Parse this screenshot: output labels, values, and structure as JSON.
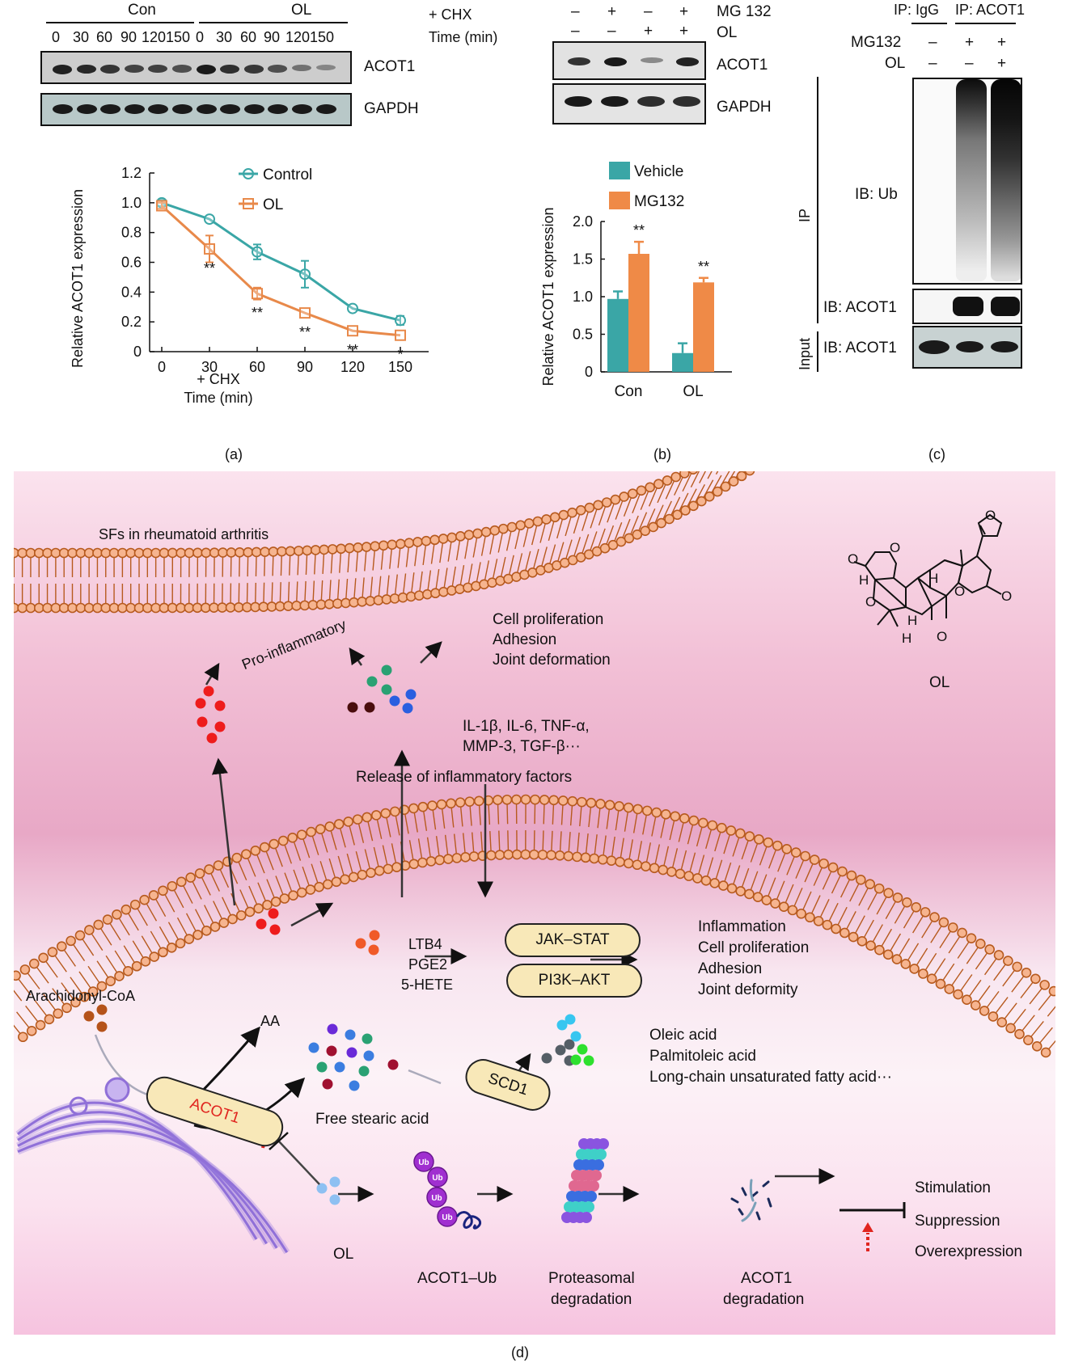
{
  "panel_labels": {
    "a": "(a)",
    "b": "(b)",
    "c": "(c)",
    "d": "(d)"
  },
  "panel_a_blot": {
    "groups": [
      "Con",
      "OL"
    ],
    "treatment": "+ CHX",
    "time_label": "Time (min)",
    "lanes": [
      "0",
      "30",
      "60",
      "90",
      "120",
      "150",
      "0",
      "30",
      "60",
      "90",
      "120",
      "150"
    ],
    "rows": [
      "ACOT1",
      "GAPDH"
    ],
    "acot1_band_intensity": [
      0.95,
      0.9,
      0.8,
      0.7,
      0.72,
      0.62,
      1.0,
      0.85,
      0.78,
      0.6,
      0.35,
      0.2
    ],
    "gapdh_band_intensity": [
      1,
      1,
      1,
      1,
      1,
      1,
      1,
      1,
      1,
      1,
      1,
      1
    ]
  },
  "panel_b_blot": {
    "rows_labels": [
      "MG 132",
      "OL"
    ],
    "mg132": [
      "–",
      "+",
      "–",
      "+"
    ],
    "ol": [
      "–",
      "–",
      "+",
      "+"
    ],
    "rows": [
      "ACOT1",
      "GAPDH"
    ],
    "acot1_band_intensity": [
      0.85,
      1.0,
      0.3,
      0.95
    ],
    "gapdh_band_intensity": [
      1,
      1,
      0.9,
      0.9
    ]
  },
  "panel_c_blot": {
    "ip_headers": [
      "IP: IgG",
      "IP: ACOT1"
    ],
    "rows_labels": [
      "MG132",
      "OL"
    ],
    "mg132": [
      "–",
      "+",
      "+"
    ],
    "ol": [
      "–",
      "–",
      "+"
    ],
    "side_labels": {
      "ip": "IP",
      "input": "Input"
    },
    "blot_labels": [
      "IB: Ub",
      "IB: ACOT1",
      "IB: ACOT1"
    ]
  },
  "chart_data": [
    {
      "type": "line",
      "panel": "a",
      "title": "",
      "xlabel": "Time (min)",
      "xlabel_prefix": "+ CHX",
      "ylabel": "Relative ACOT1 expression",
      "x": [
        0,
        30,
        60,
        90,
        120,
        150
      ],
      "xticks": [
        "0",
        "30",
        "60",
        "90",
        "120",
        "150"
      ],
      "yticks": [
        "0",
        "0.2",
        "0.4",
        "0.6",
        "0.8",
        "1.0",
        "1.2"
      ],
      "ylim": [
        0,
        1.2
      ],
      "xlim": [
        -15,
        165
      ],
      "legend_position": "top",
      "series": [
        {
          "name": "Control",
          "color": "#3aa6a6",
          "marker": "circle",
          "values": [
            1.0,
            0.89,
            0.67,
            0.52,
            0.29,
            0.21
          ],
          "errors": [
            0.02,
            0.01,
            0.05,
            0.09,
            0.01,
            0.03
          ]
        },
        {
          "name": "OL",
          "color": "#e8894a",
          "marker": "square",
          "values": [
            0.98,
            0.69,
            0.39,
            0.26,
            0.14,
            0.11
          ],
          "errors": [
            0.02,
            0.09,
            0.04,
            0.01,
            0.01,
            0.01
          ]
        }
      ],
      "annotations": [
        {
          "x": 30,
          "text": "**"
        },
        {
          "x": 60,
          "text": "**"
        },
        {
          "x": 90,
          "text": "**"
        },
        {
          "x": 120,
          "text": "**"
        },
        {
          "x": 150,
          "text": "*"
        }
      ]
    },
    {
      "type": "bar",
      "panel": "b",
      "title": "",
      "xlabel": "",
      "ylabel": "Relative ACOT1 expression",
      "categories": [
        "Con",
        "OL"
      ],
      "yticks": [
        "0",
        "0.5",
        "1.0",
        "1.5",
        "2.0"
      ],
      "ylim": [
        0,
        2.0
      ],
      "legend_position": "top",
      "series": [
        {
          "name": "Vehicle",
          "color": "#3aa6a6",
          "values": [
            0.97,
            0.25
          ],
          "errors": [
            0.1,
            0.13
          ]
        },
        {
          "name": "MG132",
          "color": "#ef8a47",
          "values": [
            1.57,
            1.19
          ],
          "errors": [
            0.16,
            0.06
          ]
        }
      ],
      "annotations": [
        {
          "category": "Con",
          "series": "MG132",
          "text": "**"
        },
        {
          "category": "OL",
          "series": "MG132",
          "text": "**"
        }
      ]
    }
  ],
  "diagram": {
    "title": "SFs in rheumatoid arthritis",
    "pro_inflammatory": "Pro-inflammatory",
    "outcomes_top": [
      "Cell proliferation",
      "Adhesion",
      "Joint deformation"
    ],
    "cytokines": [
      "IL-1β, IL-6, TNF-α,",
      "MMP-3, TGF-β···"
    ],
    "release": "Release of inflammatory factors",
    "mediators": [
      "LTB4",
      "PGE2",
      "5-HETE"
    ],
    "pathways": [
      "JAK–STAT",
      "PI3K–AKT"
    ],
    "outcomes_right": [
      "Inflammation",
      "Cell proliferation",
      "Adhesion",
      "Joint deformity"
    ],
    "arachidonyl": "Arachidonyl-CoA",
    "aa": "AA",
    "acot1": "ACOT1",
    "stearic": "Free stearic acid",
    "scd1": "SCD1",
    "unsaturated": [
      "Oleic acid",
      "Palmitoleic acid",
      "Long-chain unsaturated fatty acid···"
    ],
    "ol": "OL",
    "ub": "Ub",
    "acot1_ub": "ACOT1–Ub",
    "proteasomal": [
      "Proteasomal",
      "degradation"
    ],
    "acot1_deg": [
      "ACOT1",
      "degradation"
    ],
    "compound_label": "OL",
    "legend": [
      "Stimulation",
      "Suppression",
      "Overexpression"
    ]
  }
}
